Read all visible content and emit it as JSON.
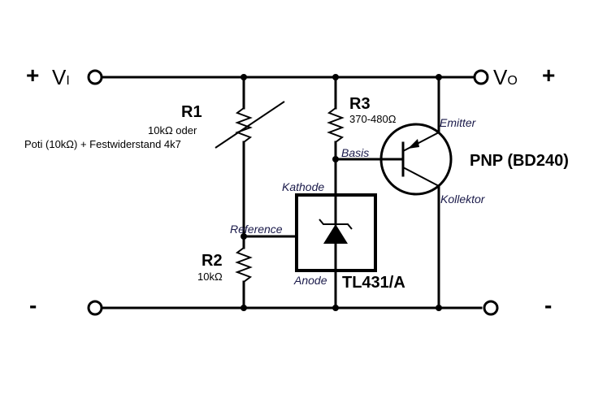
{
  "terminals": {
    "input_plus": "+",
    "input_label": "V",
    "input_sub": "I",
    "output_label": "V",
    "output_sub": "O",
    "output_plus": "+",
    "input_minus": "-",
    "output_minus": "-"
  },
  "r1": {
    "name": "R1",
    "value_line1": "10kΩ oder",
    "value_line2": "Poti (10kΩ) + Festwiderstand 4k7"
  },
  "r2": {
    "name": "R2",
    "value": "10kΩ"
  },
  "r3": {
    "name": "R3",
    "value": "370-480Ω"
  },
  "shunt_regulator": {
    "part": "TL431/A",
    "pin_cathode": "Kathode",
    "pin_reference": "Reference",
    "pin_anode": "Anode"
  },
  "transistor": {
    "type": "PNP (BD240)",
    "pin_emitter": "Emitter",
    "pin_base": "Basis",
    "pin_collector": "Kollektor"
  }
}
